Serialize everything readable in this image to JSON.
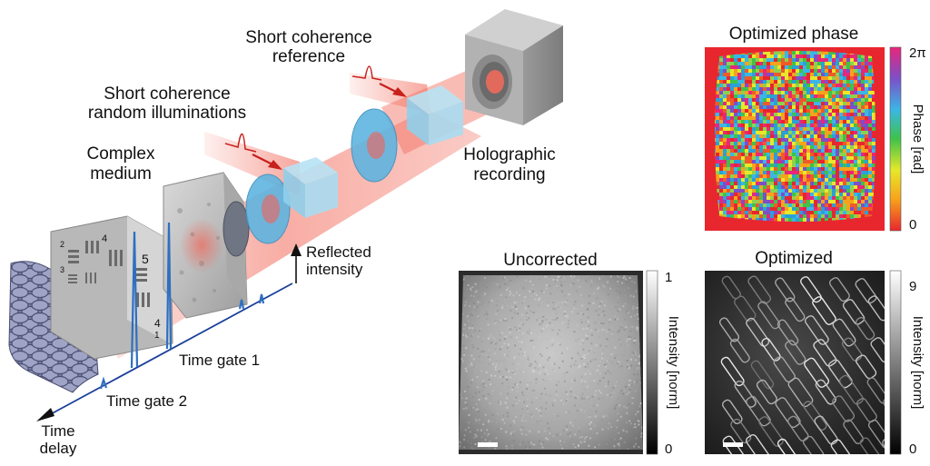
{
  "setup": {
    "ref_label_line1": "Short coherence",
    "ref_label_line2": "reference",
    "illum_label_line1": "Short coherence",
    "illum_label_line2": "random illuminations",
    "medium_label_line1": "Complex",
    "medium_label_line2": "medium",
    "holo_label_line1": "Holographic",
    "holo_label_line2": "recording",
    "reflected_line1": "Reflected",
    "reflected_line2": "intensity",
    "gate1": "Time gate 1",
    "gate2": "Time gate 2",
    "time_line1": "Time",
    "time_line2": "delay",
    "target_digit_a": "4",
    "target_digit_b": "5",
    "target_digit_c": "2",
    "target_digit_d": "3",
    "target_digit_e": "4",
    "target_digit_f": "1"
  },
  "panels": {
    "phase": {
      "title": "Optimized phase",
      "cb_max": "2π",
      "cb_min": "0",
      "cb_label": "Phase [rad]"
    },
    "uncorrected": {
      "title": "Uncorrected",
      "cb_max": "1",
      "cb_min": "0",
      "cb_label": "Intensity [norm]"
    },
    "optimized": {
      "title": "Optimized",
      "cb_max": "9",
      "cb_min": "0",
      "cb_label": "Intensity [norm]"
    }
  },
  "colors": {
    "beam": "#ef5a4a",
    "lens": "#5fb4e0",
    "peak": "#2f6fc0",
    "phase_bg": "#e8262e"
  }
}
